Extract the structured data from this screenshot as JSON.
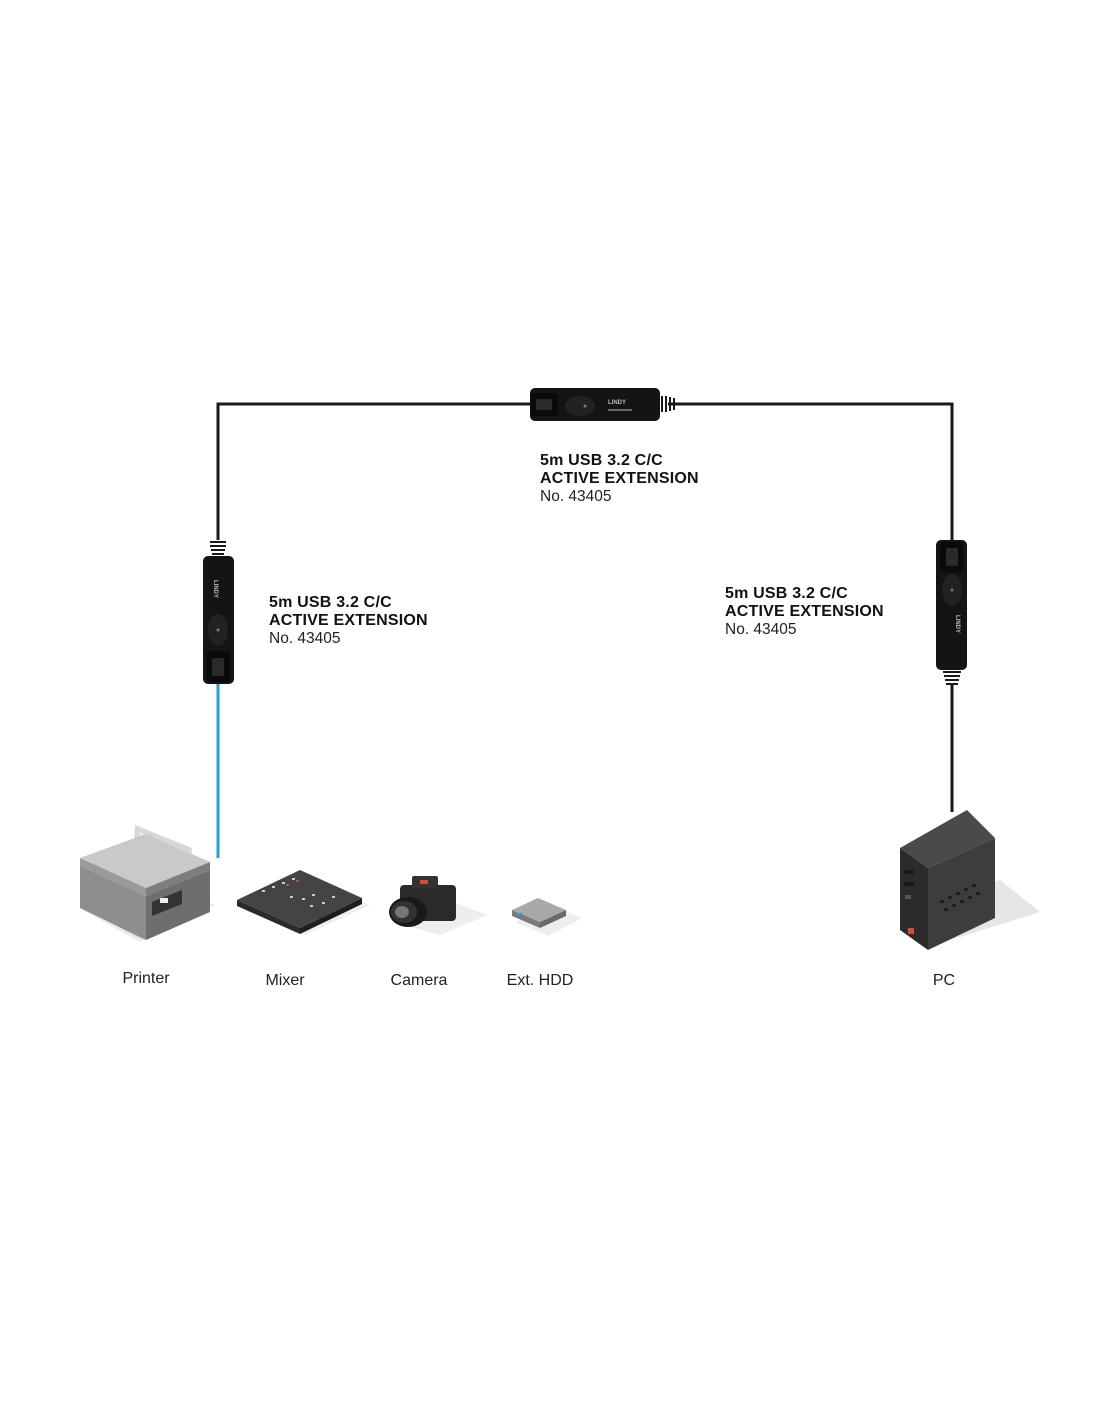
{
  "extensions": {
    "top": {
      "line1": "5m USB 3.2 C/C",
      "line2": "ACTIVE EXTENSION",
      "line3": "No. 43405"
    },
    "left": {
      "line1": "5m USB 3.2 C/C",
      "line2": "ACTIVE EXTENSION",
      "line3": "No. 43405"
    },
    "right": {
      "line1": "5m USB 3.2 C/C",
      "line2": "ACTIVE EXTENSION",
      "line3": "No. 43405"
    }
  },
  "brand": "LINDY",
  "devices": {
    "printer": "Printer",
    "mixer": "Mixer",
    "camera": "Camera",
    "hdd": "Ext. HDD",
    "pc": "PC"
  },
  "colors": {
    "cable": "#1a1a1a",
    "usb_link": "#2a9fd6",
    "device_dark": "#3d3d3d",
    "device_light": "#bdbdbd",
    "shadow": "#e6e6e6"
  }
}
